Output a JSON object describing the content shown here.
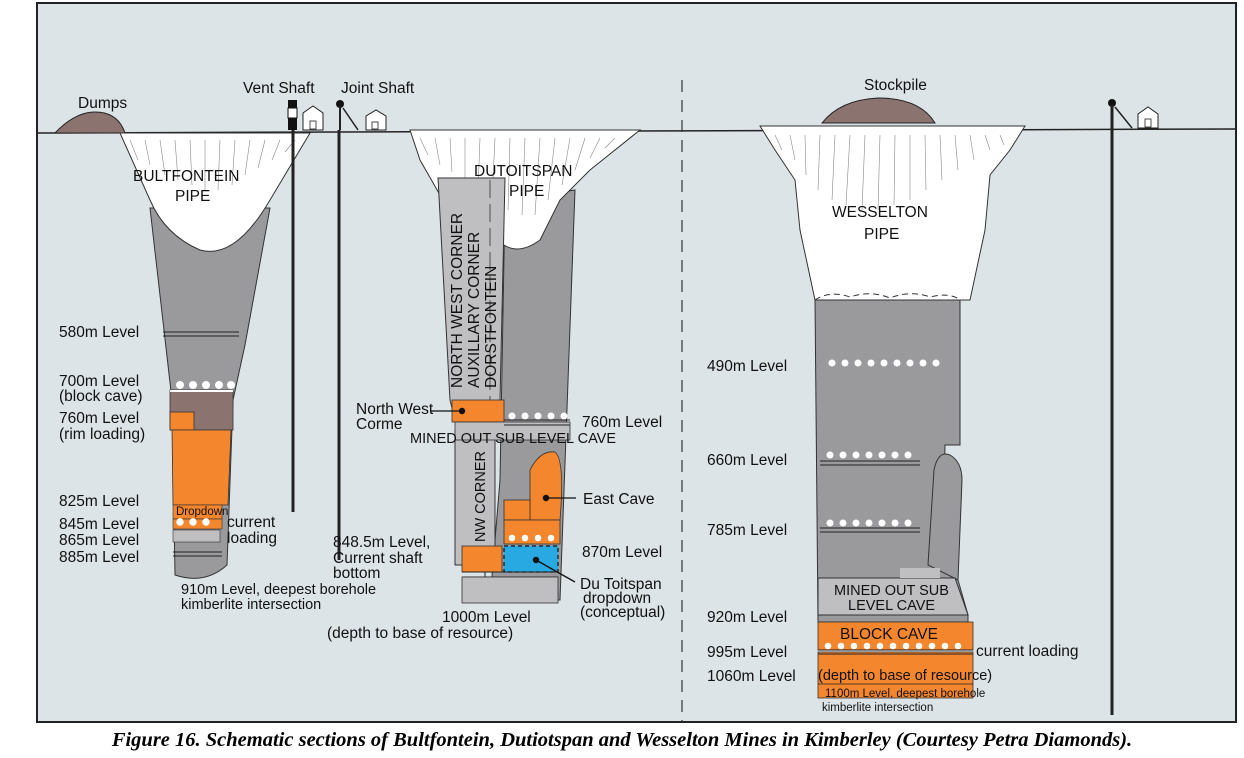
{
  "surface": {
    "dumps": "Dumps",
    "vent_shaft": "Vent Shaft",
    "joint_shaft": "Joint Shaft",
    "stockpile": "Stockpile"
  },
  "bultfontein": {
    "pipe_line1": "BULTFONTEIN",
    "pipe_line2": "PIPE",
    "levels": {
      "l580": "580m Level",
      "l700a": "700m Level",
      "l700b": "(block cave)",
      "l760a": "760m Level",
      "l760b": "(rim loading)",
      "l825": "825m Level",
      "l845": "845m Level",
      "l865": "865m Level",
      "l885": "885m Level"
    },
    "dropdown": "Dropdown",
    "current_loading_1": "current",
    "current_loading_2": "loading",
    "deepest_1": "910m Level, deepest borehole",
    "deepest_2": "kimberlite intersection"
  },
  "dutoitspan": {
    "pipe_line1": "DUTOITSPAN",
    "pipe_line2": "PIPE",
    "vertical_1": "NORTH WEST CORNER",
    "vertical_2": "AUXILLARY CORNER",
    "vertical_3": "DORSTFONTEIN",
    "nw_corner": "NW CORNER",
    "nw_corme_1": "North West",
    "nw_corme_2": "Corme",
    "mined_out": "MINED OUT SUB LEVEL CAVE",
    "l760": "760m Level",
    "east_cave": "East Cave",
    "l870": "870m Level",
    "shaft_1": "848.5m Level,",
    "shaft_2": "Current shaft",
    "shaft_3": "bottom",
    "dropdown_1": "Du Toitspan",
    "dropdown_2": "dropdown",
    "dropdown_3": "(conceptual)",
    "base_1": "1000m Level",
    "base_2": "(depth to base of resource)"
  },
  "wesselton": {
    "pipe_line1": "WESSELTON",
    "pipe_line2": "PIPE",
    "l490": "490m Level",
    "l660": "660m Level",
    "l785": "785m Level",
    "mined_1": "MINED OUT SUB",
    "mined_2": "LEVEL CAVE",
    "l920": "920m Level",
    "block_cave": "BLOCK CAVE",
    "l995": "995m Level",
    "current_loading": "current loading",
    "l1060": "1060m Level",
    "base": "(depth to base of resource)",
    "deepest_1": "1100m Level, deepest borehole",
    "deepest_2": "kimberlite intersection"
  },
  "colors": {
    "background": "#dde4e8",
    "pipe_gray": "#9a9a9c",
    "light_gray": "#bfbfc1",
    "orange": "#f4862d",
    "brown": "#8b7470",
    "blue": "#29a9e1",
    "white": "#ffffff"
  },
  "caption": "Figure 16. Schematic sections of Bultfontein, Dutiotspan and Wesselton Mines in Kimberley (Courtesy Petra Diamonds)."
}
